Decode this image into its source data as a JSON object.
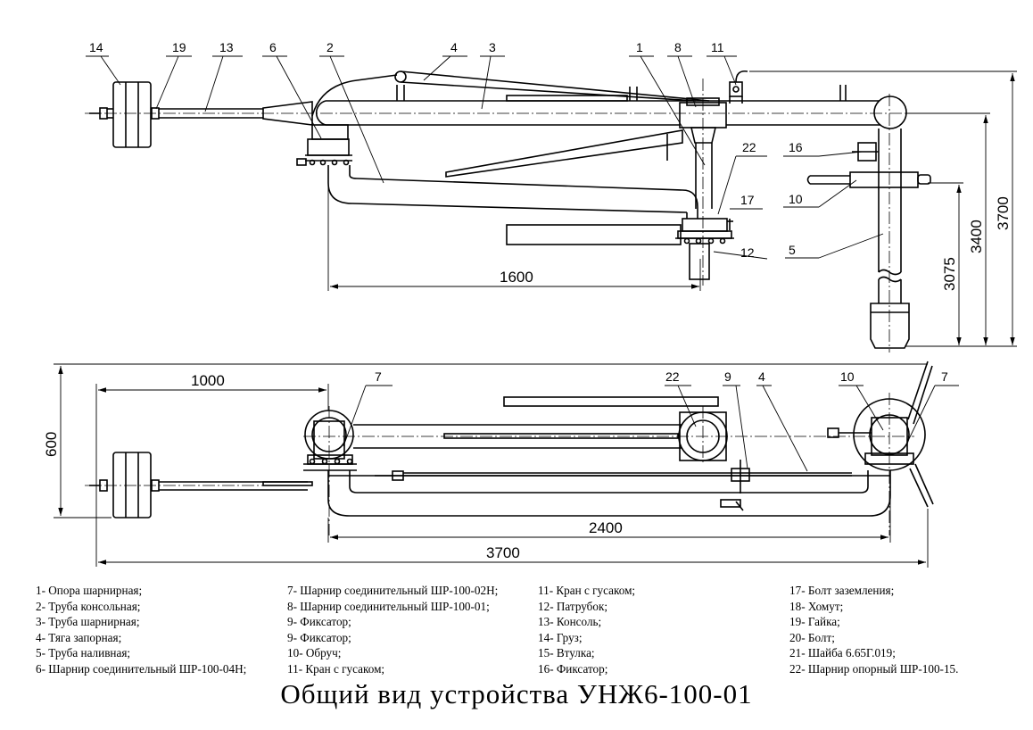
{
  "callouts_side": {
    "c14": "14",
    "c19": "19",
    "c13": "13",
    "c6": "6",
    "c2": "2",
    "c4": "4",
    "c3": "3",
    "c1": "1",
    "c8": "8",
    "c11": "11",
    "c22": "22",
    "c16": "16",
    "c10": "10",
    "c17": "17",
    "c12": "12",
    "c5": "5"
  },
  "callouts_plan": {
    "c7a": "7",
    "c22": "22",
    "c9": "9",
    "c4": "4",
    "c10": "10",
    "c7b": "7"
  },
  "dimensions": {
    "d1600": "1600",
    "d3075": "3075",
    "d3400": "3400",
    "d3700v": "3700",
    "d1000": "1000",
    "d600": "600",
    "d2400": "2400",
    "d3700h": "3700"
  },
  "legend": {
    "col1": [
      "1- Опора шарнирная;",
      "2- Труба консольная;",
      "3- Труба шарнирная;",
      "4- Тяга запорная;",
      "5- Труба наливная;",
      "6- Шарнир соединительный ШР-100-04Н;"
    ],
    "col2": [
      "7- Шарнир соединительный ШР-100-02Н;",
      "8- Шарнир соединительный ШР-100-01;",
      "9- Фиксатор;",
      "9- Фиксатор;",
      "10- Обруч;",
      "11- Кран с гусаком;"
    ],
    "col3": [
      "11- Кран с гусаком;",
      "12- Патрубок;",
      "13- Консоль;",
      "14- Груз;",
      "15- Втулка;",
      "16- Фиксатор;"
    ],
    "col4": [
      "17- Болт заземления;",
      "18- Хомут;",
      "19- Гайка;",
      "20- Болт;",
      "21- Шайба 6.65Г.019;",
      "22- Шарнир опорный ШР-100-15."
    ]
  },
  "title": "Общий вид устройства УНЖ6-100-01"
}
